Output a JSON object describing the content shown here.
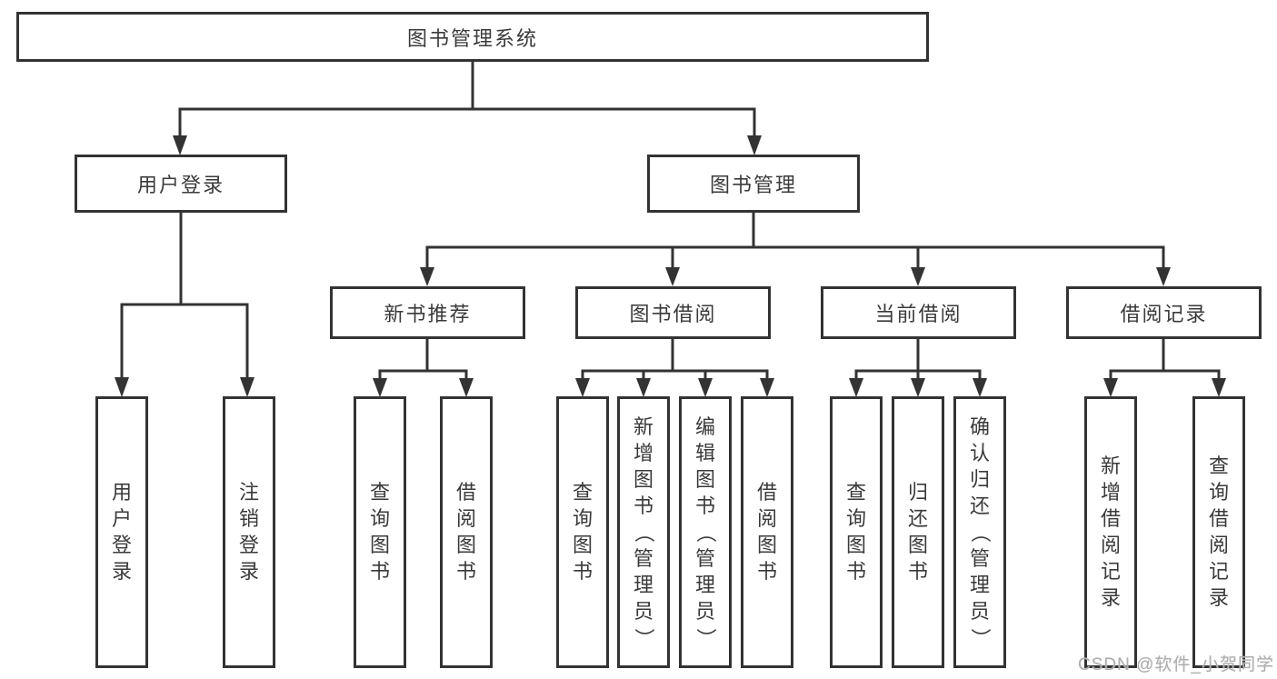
{
  "tree": {
    "root": "图书管理系统",
    "children": [
      {
        "label": "用户登录",
        "children": [
          "用户登录",
          "注销登录"
        ]
      },
      {
        "label": "图书管理",
        "children": [
          {
            "label": "新书推荐",
            "children": [
              "查询图书",
              "借阅图书"
            ]
          },
          {
            "label": "图书借阅",
            "children": [
              "查询图书",
              "新增图书（管理员）",
              "编辑图书（管理员）",
              "借阅图书"
            ]
          },
          {
            "label": "当前借阅",
            "children": [
              "查询图书",
              "归还图书",
              "确认归还（管理员）"
            ]
          },
          {
            "label": "借阅记录",
            "children": [
              "新增借阅记录",
              "查询借阅记录"
            ]
          }
        ]
      }
    ]
  },
  "watermark": {
    "text": "CSDN @软件_小贺同学"
  },
  "colors": {
    "line": "#333333",
    "box_border": "#333333",
    "box_fill": "#ffffff",
    "text": "#3a3a3a",
    "background": "#ffffff",
    "watermark": "#aeaeae"
  }
}
